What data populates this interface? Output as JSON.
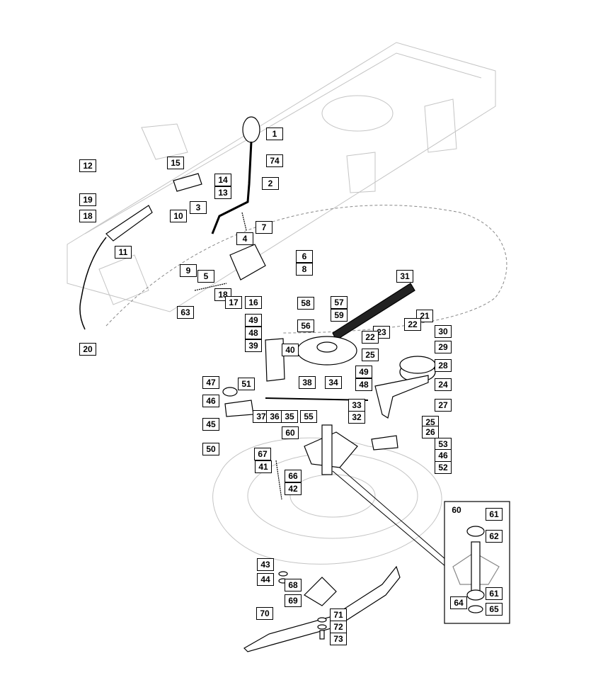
{
  "diagram": {
    "inset_title": "60",
    "labels": [
      "1",
      "74",
      "2",
      "12",
      "15",
      "14",
      "13",
      "19",
      "18",
      "3",
      "10",
      "7",
      "11",
      "4",
      "6",
      "9",
      "8",
      "5",
      "18",
      "17",
      "16",
      "63",
      "20",
      "31",
      "58",
      "57",
      "59",
      "21",
      "49",
      "22",
      "48",
      "23",
      "56",
      "30",
      "22",
      "39",
      "40",
      "25",
      "29",
      "28",
      "49",
      "38",
      "34",
      "48",
      "24",
      "47",
      "51",
      "46",
      "33",
      "37",
      "36",
      "35",
      "27",
      "32",
      "25",
      "45",
      "55",
      "26",
      "53",
      "60",
      "46",
      "50",
      "67",
      "52",
      "41",
      "66",
      "42",
      "43",
      "44",
      "68",
      "69",
      "70",
      "71",
      "72",
      "73",
      "61",
      "62",
      "61",
      "64",
      "65"
    ]
  }
}
